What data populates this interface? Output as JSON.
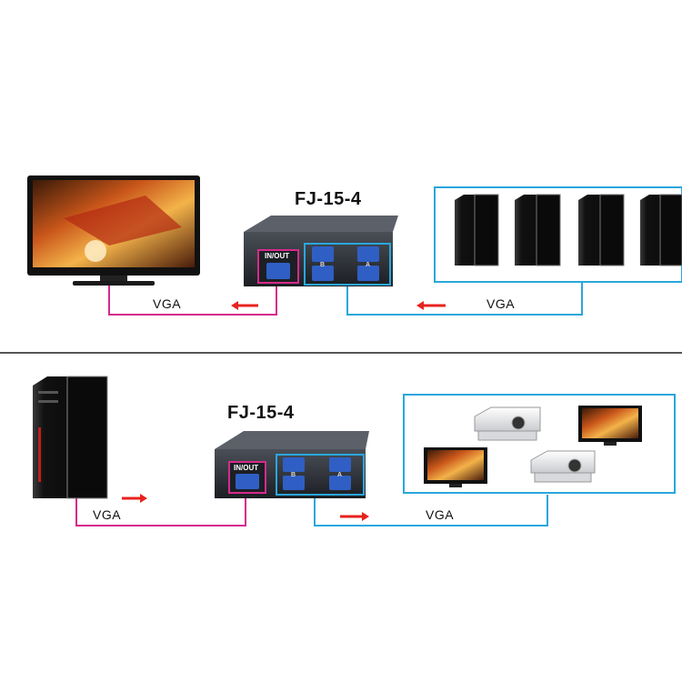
{
  "top": {
    "model": "FJ-15-4",
    "in_out": "IN/OUT",
    "vga_left": "VGA",
    "vga_right": "VGA",
    "port_letters": [
      "B",
      "A"
    ]
  },
  "bottom": {
    "model": "FJ-15-4",
    "in_out": "IN/OUT",
    "vga_left": "VGA",
    "vga_right": "VGA",
    "port_letters": [
      "B",
      "A"
    ]
  },
  "colors": {
    "magenta_line": "#d62a8c",
    "blue_line": "#2aa7dd",
    "arrow_red": "#e8221e",
    "divider": "#555555",
    "switch_body": "#2b2f36",
    "vga_port": "#2f5fc4"
  }
}
